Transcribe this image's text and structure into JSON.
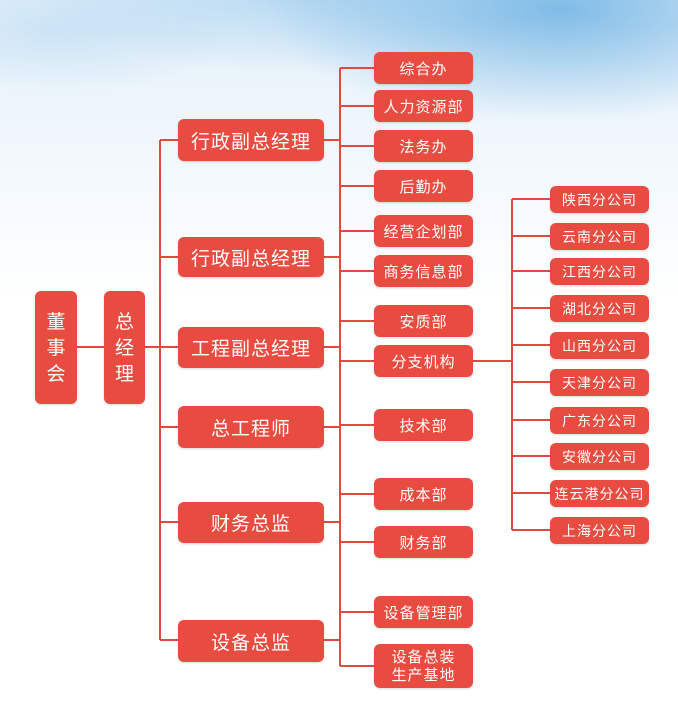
{
  "org": {
    "board": [
      "董",
      "事",
      "会"
    ],
    "gm": [
      "总",
      "经",
      "理"
    ],
    "level2": [
      "行政副总经理",
      "行政副总经理",
      "工程副总经理",
      "总工程师",
      "财务总监",
      "设备总监"
    ],
    "level3": [
      "综合办",
      "人力资源部",
      "法务办",
      "后勤办",
      "经营企划部",
      "商务信息部",
      "安质部",
      "分支机构",
      "技术部",
      "成本部",
      "财务部",
      "设备管理部"
    ],
    "level3_multiline": [
      "设备总装",
      "生产基地"
    ],
    "branches": [
      "陕西分公司",
      "云南分公司",
      "江西分公司",
      "湖北分公司",
      "山西分公司",
      "天津分公司",
      "广东分公司",
      "安徽分公司",
      "连云港分公司",
      "上海分公司"
    ]
  },
  "colors": {
    "box": "#e84b3f",
    "line": "#e24a3f",
    "text": "#ffffff",
    "sky": "#5daae0"
  }
}
